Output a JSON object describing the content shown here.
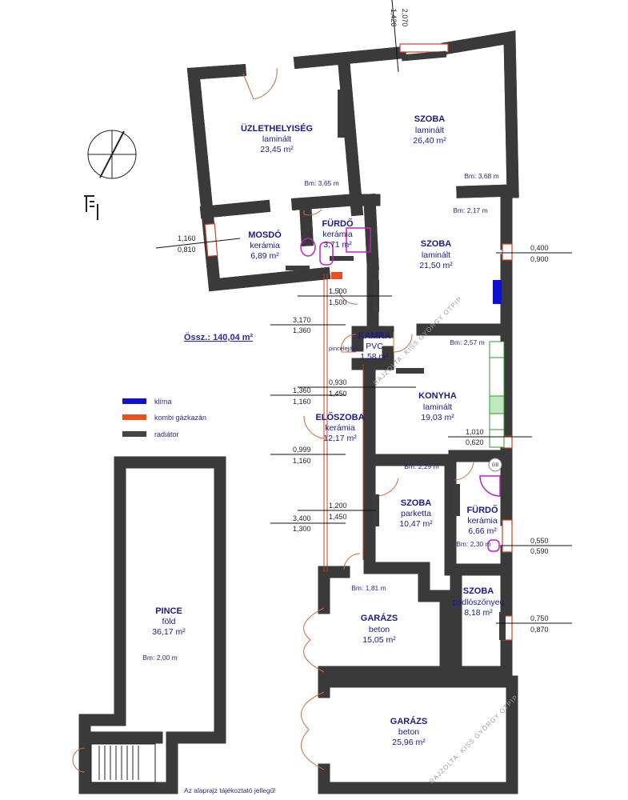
{
  "rooms": [
    {
      "name": "ÜZLETHELYISÉG",
      "floor": "laminált",
      "area": "23,45 m²",
      "height": "Bm: 3,65 m"
    },
    {
      "name": "SZOBA",
      "floor": "laminált",
      "area": "26,40 m²",
      "height": "Bm: 3,68 m"
    },
    {
      "name": "MOSDÓ",
      "floor": "kerámia",
      "area": "6,89 m²"
    },
    {
      "name": "FÜRDŐ",
      "floor": "kerámia",
      "area": "3,71 m²"
    },
    {
      "name": "SZOBA",
      "floor": "laminált",
      "area": "21,50 m²",
      "height": "Bm: 2,17 m"
    },
    {
      "name": "KAMRA",
      "floor": "PVC",
      "area": "1,58 m²"
    },
    {
      "name": "KONYHA",
      "floor": "laminált",
      "area": "19,03 m²",
      "height": "Bm: 2,57 m"
    },
    {
      "name": "ELŐSZOBA",
      "floor": "kerámia",
      "area": "12,17 m²"
    },
    {
      "name": "SZOBA",
      "floor": "parketta",
      "area": "10,47 m²",
      "height": "Bm: 2,29 m"
    },
    {
      "name": "FÜRDŐ",
      "floor": "kerámia",
      "area": "6,66 m²",
      "height": "Bm: 2,30 m"
    },
    {
      "name": "GARÁZS",
      "floor": "beton",
      "area": "15,05 m²",
      "height": "Bm: 1,81 m"
    },
    {
      "name": "SZOBA",
      "floor": "padlószőnyeg",
      "area": "8,18 m²"
    },
    {
      "name": "GARÁZS",
      "floor": "beton",
      "area": "25,96 m²"
    },
    {
      "name": "PINCE",
      "floor": "föld",
      "area": "36,17 m²",
      "height": "Bm: 2,00 m"
    }
  ],
  "total": "Össz.: 140,04 m²",
  "cellar_entrance": "pincelejáró",
  "legend": [
    {
      "label": "klíma",
      "color": "#1010d0"
    },
    {
      "label": "kombi gázkazán",
      "color": "#e85020"
    },
    {
      "label": "radiátor",
      "color": "#444444"
    }
  ],
  "dimensions": {
    "top": [
      "2,070",
      "1,420"
    ],
    "mosdo": [
      "1,160",
      "0,810"
    ],
    "szoba_right": [
      "0,400",
      "0,900"
    ],
    "d1": [
      "1,500",
      "1,500"
    ],
    "d2": [
      "3,170",
      "1,360"
    ],
    "d3": [
      "0,930",
      "1,450"
    ],
    "d4": [
      "1,360",
      "1,160"
    ],
    "d5": [
      "1,010",
      "0,620"
    ],
    "d6": [
      "0,999",
      "1,160"
    ],
    "d7": [
      "1,200",
      "1,450"
    ],
    "d8": [
      "3,400",
      "1,300"
    ],
    "d9": [
      "0,550",
      "0,590"
    ],
    "d10": [
      "0,750",
      "0,870"
    ]
  },
  "watermark": "RAJZOLTA: KISS GYÖRGY OTPIP",
  "appliance_label": "GB",
  "footer": "Az alaprajz tájékoztató jellegű!"
}
